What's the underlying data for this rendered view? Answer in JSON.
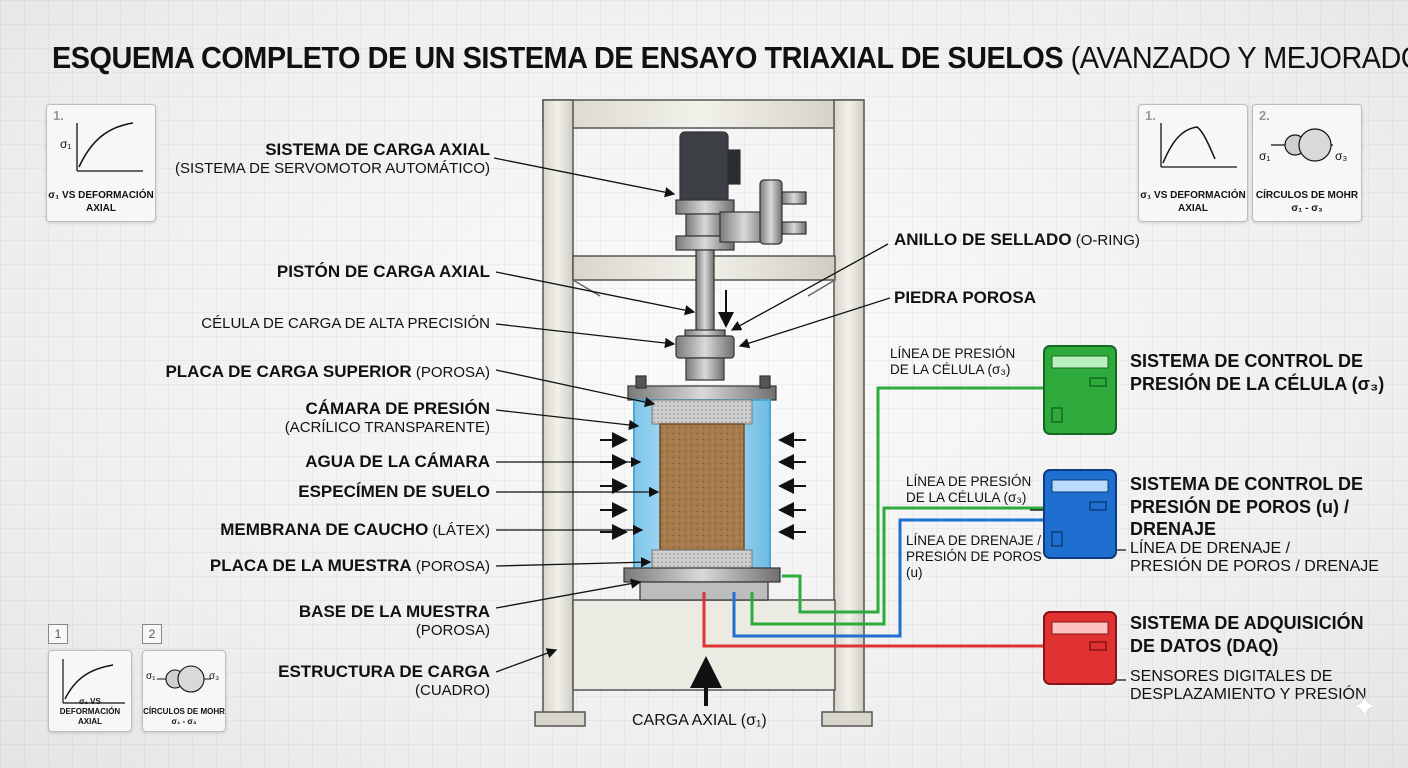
{
  "title": {
    "bold": "ESQUEMA COMPLETO DE UN SISTEMA DE ENSAYO TRIAXIAL DE SUELOS",
    "light": " (AVANZADO Y MEJORADO)"
  },
  "labels": {
    "axial_system": {
      "bold": "SISTEMA DE CARGA AXIAL",
      "sub": "(SISTEMA DE SERVOMOTOR AUTOMÁTICO)"
    },
    "piston": "PISTÓN DE CARGA AXIAL",
    "load_cell": "CÉLULA DE CARGA DE ALTA PRECISIÓN",
    "top_plate": {
      "bold": "PLACA DE CARGA SUPERIOR",
      "light": " (POROSA)"
    },
    "chamber": {
      "bold": "CÁMARA DE PRESIÓN",
      "sub": "(ACRÍLICO TRANSPARENTE)"
    },
    "water": "AGUA DE LA CÁMARA",
    "specimen": "ESPECÍMEN DE SUELO",
    "membrane": {
      "bold": "MEMBRANA DE CAUCHO",
      "light": " (LÁTEX)"
    },
    "sample_plate": {
      "bold": "PLACA DE LA MUESTRA",
      "light": " (POROSA)"
    },
    "sample_base": {
      "bold": "BASE DE LA MUESTRA",
      "sub": "(POROSA)"
    },
    "frame": {
      "bold": "ESTRUCTURA DE CARGA",
      "sub": "(CUADRO)"
    },
    "oring": {
      "bold": "ANILLO DE SELLADO",
      "light": " (O-RING)"
    },
    "porous_stone": "PIEDRA POROSA",
    "cell_line_1": [
      "LÍNEA DE PRESIÓN",
      "DE LA CÉLULA (σ₃)"
    ],
    "cell_line_2": [
      "LÍNEA DE PRESIÓN",
      "DE LA CÉLULA (σ₃)"
    ],
    "drain_line_1": [
      "LÍNEA DE DRENAJE /",
      "PRESIÓN DE POROS",
      "(u)"
    ],
    "axial_load": "CARGA AXIAL (σ₁)"
  },
  "systems": {
    "cell": {
      "title": [
        "SISTEMA DE CONTROL DE",
        "PRESIÓN DE LA CÉLULA (σ₃)"
      ],
      "color": "#2faa3c"
    },
    "pore": {
      "title": [
        "SISTEMA DE CONTROL DE",
        "PRESIÓN DE POROS (u) /",
        "DRENAJE"
      ],
      "sub": [
        "LÍNEA DE DRENAJE /",
        "PRESIÓN DE POROS / DRENAJE"
      ],
      "color": "#1e6fd0"
    },
    "daq": {
      "title": [
        "SISTEMA DE ADQUISICIÓN",
        "DE DATOS (DAQ)"
      ],
      "sub": [
        "SENSORES DIGITALES DE",
        "DESPLAZAMIENTO Y PRESIÓN"
      ],
      "color": "#e03232"
    }
  },
  "thumbnails": {
    "top_left": {
      "num": "1.",
      "ylabel": "σ₁",
      "caption": [
        "σ₁ VS DEFORMACIÓN",
        "AXIAL"
      ]
    },
    "top_right_1": {
      "num": "1.",
      "caption": [
        "σ₁ VS DEFORMACIÓN",
        "AXIAL"
      ]
    },
    "top_right_2": {
      "num": "2.",
      "caption": [
        "CÍRCULOS DE MOHR",
        "σ₁ - σ₃"
      ],
      "left": "σ₁",
      "right": "σ₃"
    },
    "bottom_1": {
      "num": "1",
      "caption": [
        "σ₁ VS DEFORMACIÓN",
        "AXIAL"
      ]
    },
    "bottom_2": {
      "num": "2",
      "caption": [
        "CÍRCULOS DE MOHR",
        "σ₁ - σ₃"
      ],
      "left": "σ₁",
      "right": "σ₃"
    }
  }
}
